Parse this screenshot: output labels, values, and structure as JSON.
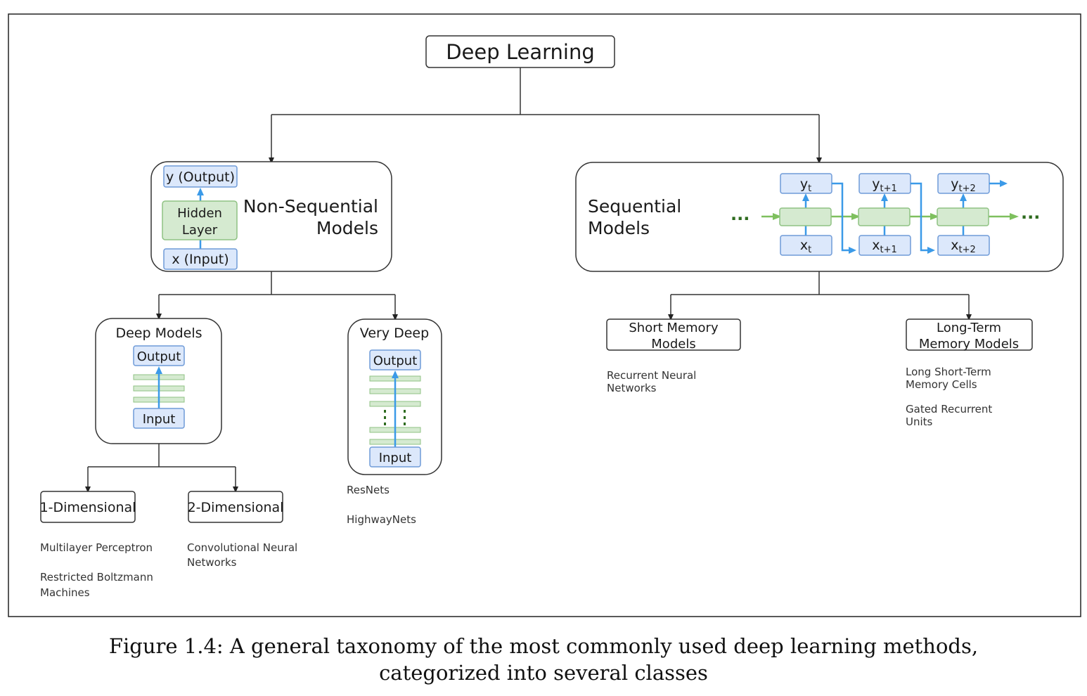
{
  "colors": {
    "frame": "#222222",
    "line": "#333333",
    "blue_fill": "#dce8fb",
    "blue_stroke": "#6f9bd8",
    "blue_arrow": "#3b9ae8",
    "green_fill": "#d5ead0",
    "green_stroke": "#8fc283",
    "green_arrow": "#7ec05e",
    "dots": "#2e6b1f"
  },
  "root": {
    "label": "Deep Learning"
  },
  "non_sequential": {
    "title_line1": "Non-Sequential",
    "title_line2": "Models",
    "output": "y (Output)",
    "hidden_line1": "Hidden",
    "hidden_line2": "Layer",
    "input": "x (Input)"
  },
  "sequential": {
    "title_line1": "Sequential",
    "title_line2": "Models",
    "ellipsis": "...",
    "steps": [
      {
        "y": "y",
        "y_sub": "t",
        "x": "x",
        "x_sub": "t"
      },
      {
        "y": "y",
        "y_sub": "t+1",
        "x": "x",
        "x_sub": "t+1"
      },
      {
        "y": "y",
        "y_sub": "t+2",
        "x": "x",
        "x_sub": "t+2"
      }
    ]
  },
  "deep_models": {
    "title": "Deep Models",
    "output": "Output",
    "input": "Input"
  },
  "very_deep": {
    "title": "Very Deep",
    "output": "Output",
    "input": "Input",
    "examples": [
      "ResNets",
      "HighwayNets"
    ]
  },
  "one_dim": {
    "label": "1-Dimensional",
    "examples": [
      [
        "Multilayer Perceptron"
      ],
      [
        "Restricted Boltzmann",
        "Machines"
      ]
    ]
  },
  "two_dim": {
    "label": "2-Dimensional",
    "examples": [
      [
        "Convolutional Neural",
        "Networks"
      ]
    ]
  },
  "short_memory": {
    "label_line1": "Short Memory",
    "label_line2": "Models",
    "examples": [
      [
        "Recurrent Neural",
        "Networks"
      ]
    ]
  },
  "long_term": {
    "label_line1": "Long-Term",
    "label_line2": "Memory Models",
    "examples": [
      [
        "Long Short-Term",
        "Memory Cells"
      ],
      [
        "Gated Recurrent",
        "Units"
      ]
    ]
  },
  "caption": {
    "line1": "Figure 1.4: A general taxonomy of the most commonly used deep learning methods,",
    "line2": "categorized into several classes"
  }
}
